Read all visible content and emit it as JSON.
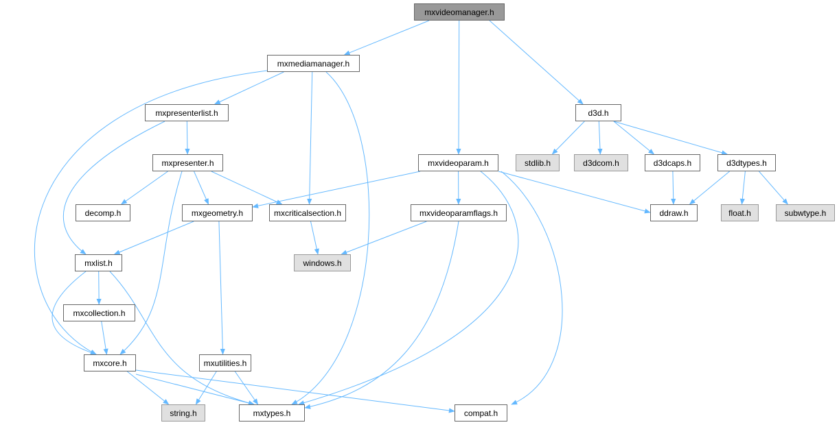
{
  "graph": {
    "root": "mxvideomanager.h",
    "nodes": {
      "mxvideomanager": "mxvideomanager.h",
      "mxmediamanager": "mxmediamanager.h",
      "mxpresenterlist": "mxpresenterlist.h",
      "mxpresenter": "mxpresenter.h",
      "decomp": "decomp.h",
      "mxgeometry": "mxgeometry.h",
      "mxcriticalsection": "mxcriticalsection.h",
      "mxvideoparam": "mxvideoparam.h",
      "mxvideoparamflags": "mxvideoparamflags.h",
      "windows": "windows.h",
      "mxlist": "mxlist.h",
      "mxcollection": "mxcollection.h",
      "mxcore": "mxcore.h",
      "mxutilities": "mxutilities.h",
      "string": "string.h",
      "mxtypes": "mxtypes.h",
      "compat": "compat.h",
      "d3d": "d3d.h",
      "stdlib": "stdlib.h",
      "d3dcom": "d3dcom.h",
      "d3dcaps": "d3dcaps.h",
      "d3dtypes": "d3dtypes.h",
      "ddraw": "ddraw.h",
      "float": "float.h",
      "subwtype": "subwtype.h"
    },
    "edges": [
      [
        "mxvideomanager",
        "mxmediamanager"
      ],
      [
        "mxvideomanager",
        "mxvideoparam"
      ],
      [
        "mxvideomanager",
        "d3d"
      ],
      [
        "mxmediamanager",
        "mxcore"
      ],
      [
        "mxmediamanager",
        "mxpresenterlist"
      ],
      [
        "mxmediamanager",
        "mxcriticalsection"
      ],
      [
        "mxmediamanager",
        "mxtypes"
      ],
      [
        "mxpresenterlist",
        "mxlist"
      ],
      [
        "mxpresenterlist",
        "mxpresenter"
      ],
      [
        "mxpresenter",
        "decomp"
      ],
      [
        "mxpresenter",
        "mxcore"
      ],
      [
        "mxpresenter",
        "mxgeometry"
      ],
      [
        "mxpresenter",
        "mxcriticalsection"
      ],
      [
        "mxgeometry",
        "mxlist"
      ],
      [
        "mxgeometry",
        "mxutilities"
      ],
      [
        "mxcriticalsection",
        "windows"
      ],
      [
        "mxvideoparam",
        "mxgeometry"
      ],
      [
        "mxvideoparam",
        "mxvideoparamflags"
      ],
      [
        "mxvideoparam",
        "mxtypes"
      ],
      [
        "mxvideoparam",
        "compat"
      ],
      [
        "mxvideoparam",
        "ddraw"
      ],
      [
        "mxvideoparamflags",
        "windows"
      ],
      [
        "mxvideoparamflags",
        "mxtypes"
      ],
      [
        "mxlist",
        "mxcore"
      ],
      [
        "mxlist",
        "mxcollection"
      ],
      [
        "mxlist",
        "mxtypes"
      ],
      [
        "mxcollection",
        "mxcore"
      ],
      [
        "mxcore",
        "string"
      ],
      [
        "mxcore",
        "mxtypes"
      ],
      [
        "mxcore",
        "compat"
      ],
      [
        "mxutilities",
        "string"
      ],
      [
        "mxutilities",
        "mxtypes"
      ],
      [
        "d3d",
        "stdlib"
      ],
      [
        "d3d",
        "d3dcom"
      ],
      [
        "d3d",
        "d3dcaps"
      ],
      [
        "d3d",
        "d3dtypes"
      ],
      [
        "d3dcaps",
        "ddraw"
      ],
      [
        "d3dtypes",
        "ddraw"
      ],
      [
        "d3dtypes",
        "float"
      ],
      [
        "d3dtypes",
        "subwtype"
      ]
    ],
    "colors": {
      "edge": "#63b8ff",
      "root_fill": "#999999",
      "external_fill": "#e0e0e0"
    }
  }
}
